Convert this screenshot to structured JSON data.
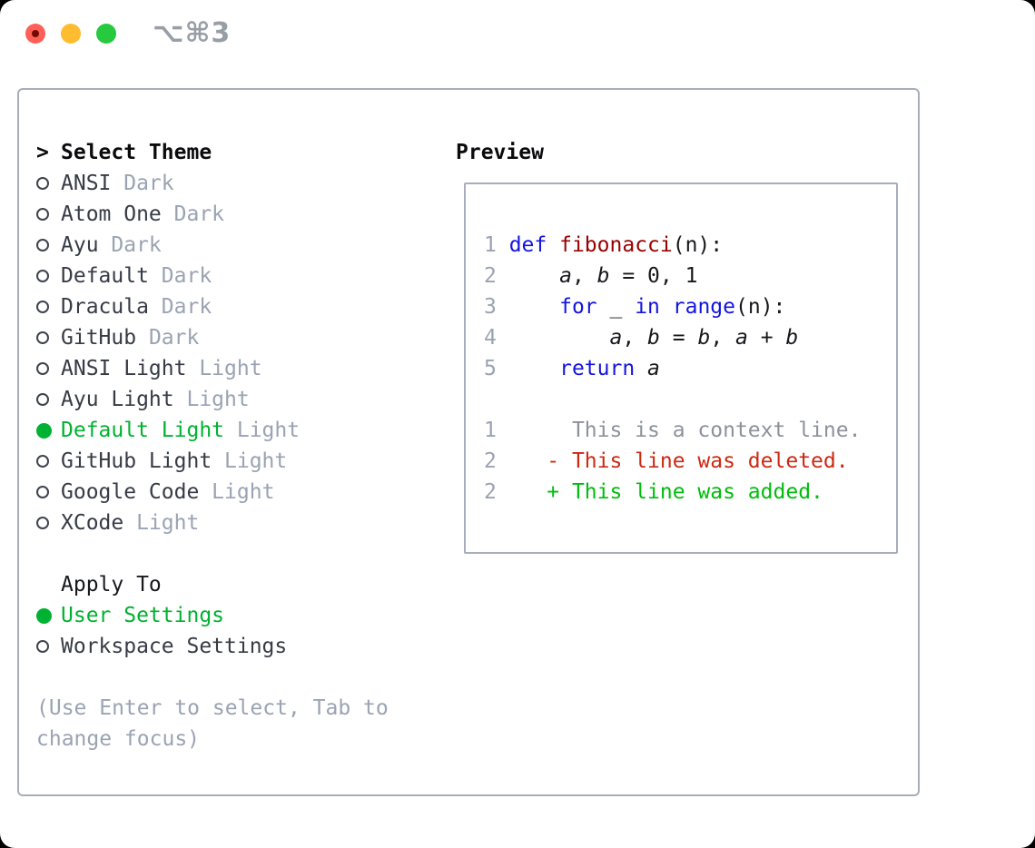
{
  "window": {
    "title": "⌥⌘3"
  },
  "titlebar": {
    "buttons": [
      {
        "name": "close-button"
      },
      {
        "name": "minimize-button"
      },
      {
        "name": "zoom-button"
      }
    ]
  },
  "theme_list": {
    "prompt": ">",
    "heading": "Select Theme",
    "items": [
      {
        "name": "ANSI",
        "variant": "Dark",
        "selected": false
      },
      {
        "name": "Atom One",
        "variant": "Dark",
        "selected": false
      },
      {
        "name": "Ayu",
        "variant": "Dark",
        "selected": false
      },
      {
        "name": "Default",
        "variant": "Dark",
        "selected": false
      },
      {
        "name": "Dracula",
        "variant": "Dark",
        "selected": false
      },
      {
        "name": "GitHub",
        "variant": "Dark",
        "selected": false
      },
      {
        "name": "ANSI Light",
        "variant": "Light",
        "selected": false
      },
      {
        "name": "Ayu Light",
        "variant": "Light",
        "selected": false
      },
      {
        "name": "Default Light",
        "variant": "Light",
        "selected": true
      },
      {
        "name": "GitHub Light",
        "variant": "Light",
        "selected": false
      },
      {
        "name": "Google Code",
        "variant": "Light",
        "selected": false
      },
      {
        "name": "XCode",
        "variant": "Light",
        "selected": false
      }
    ]
  },
  "apply_to": {
    "heading": "Apply To",
    "options": [
      {
        "label": "User Settings",
        "selected": true
      },
      {
        "label": "Workspace Settings",
        "selected": false
      }
    ]
  },
  "hint": "(Use Enter to select, Tab to change focus)",
  "preview": {
    "heading": "Preview",
    "lines": [
      {
        "name": "code-line-1",
        "tokens": [
          {
            "t": "1 ",
            "c": "ln"
          },
          {
            "t": "def",
            "c": "kw"
          },
          {
            "t": " "
          },
          {
            "t": "fibonacci",
            "c": "fn"
          },
          {
            "t": "(n):"
          }
        ]
      },
      {
        "name": "code-line-2",
        "tokens": [
          {
            "t": "2 ",
            "c": "ln"
          },
          {
            "t": "    "
          },
          {
            "t": "a",
            "c": "var"
          },
          {
            "t": ", "
          },
          {
            "t": "b",
            "c": "var"
          },
          {
            "t": " = 0, 1"
          }
        ]
      },
      {
        "name": "code-line-3",
        "tokens": [
          {
            "t": "3 ",
            "c": "ln"
          },
          {
            "t": "    "
          },
          {
            "t": "for",
            "c": "kw"
          },
          {
            "t": " _ "
          },
          {
            "t": "in",
            "c": "kw"
          },
          {
            "t": " "
          },
          {
            "t": "range",
            "c": "kw"
          },
          {
            "t": "(n):"
          }
        ]
      },
      {
        "name": "code-line-4",
        "tokens": [
          {
            "t": "4 ",
            "c": "ln"
          },
          {
            "t": "        "
          },
          {
            "t": "a",
            "c": "var"
          },
          {
            "t": ", "
          },
          {
            "t": "b",
            "c": "var"
          },
          {
            "t": " = "
          },
          {
            "t": "b",
            "c": "var"
          },
          {
            "t": ", "
          },
          {
            "t": "a",
            "c": "var"
          },
          {
            "t": " + "
          },
          {
            "t": "b",
            "c": "var"
          }
        ]
      },
      {
        "name": "code-line-5",
        "tokens": [
          {
            "t": "5 ",
            "c": "ln"
          },
          {
            "t": "    "
          },
          {
            "t": "return",
            "c": "kw"
          },
          {
            "t": " "
          },
          {
            "t": "a",
            "c": "var"
          }
        ]
      },
      {
        "name": "blank-line",
        "tokens": []
      },
      {
        "name": "diff-context-line",
        "tokens": [
          {
            "t": "1",
            "c": "ln"
          },
          {
            "t": "      This is a context line.",
            "c": "ctx"
          }
        ]
      },
      {
        "name": "diff-deleted-line",
        "tokens": [
          {
            "t": "2",
            "c": "ln"
          },
          {
            "t": "    "
          },
          {
            "t": "- This line was deleted.",
            "c": "del"
          }
        ]
      },
      {
        "name": "diff-added-line",
        "tokens": [
          {
            "t": "2",
            "c": "ln"
          },
          {
            "t": "    "
          },
          {
            "t": "+ This line was added.",
            "c": "add"
          }
        ]
      }
    ]
  },
  "colors": {
    "selected_green": "#00b231",
    "diff_added": "#00bd0c",
    "diff_deleted": "#cc2912",
    "keyword_blue": "#1414e0",
    "function_red": "#990000",
    "muted_gray": "#9aa3b2",
    "context_gray": "#8c929c",
    "dark_text": "#363b45",
    "black_text": "#0b0b0d",
    "panel_border": "#a7aeba",
    "titlebar_gray": "#989ea6",
    "tl_red": "#fe5f57",
    "tl_red_dot": "#740b02",
    "tl_yellow": "#febc2e",
    "tl_green": "#27c93f"
  }
}
